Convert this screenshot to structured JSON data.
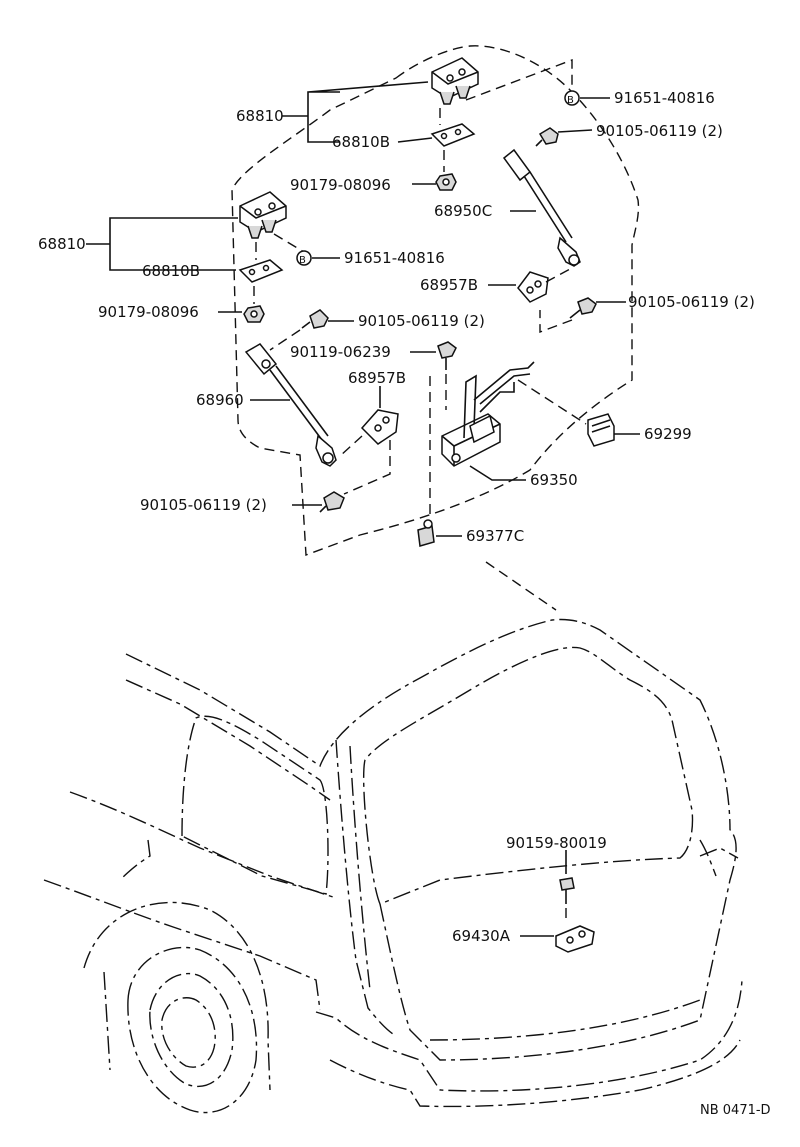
{
  "labels": {
    "p68810_top": "68810",
    "p68810b_top": "68810B",
    "p91651_top": "91651-40816",
    "p90105_top": "90105-06119 (2)",
    "p90179_top": "90179-08096",
    "p68950c": "68950C",
    "p68810_left": "68810",
    "p91651_left": "91651-40816",
    "p68810b_left": "68810B",
    "p68957b_right": "68957B",
    "p90105_right": "90105-06119 (2)",
    "p90179_left": "90179-08096",
    "p90105_mid": "90105-06119 (2)",
    "p90119": "90119-06239",
    "p68957b_left": "68957B",
    "p68960": "68960",
    "p69299": "69299",
    "p69350": "69350",
    "p90105_bottom": "90105-06119 (2)",
    "p69377c": "69377C",
    "p90159": "90159-80019",
    "p69430a": "69430A",
    "ref_code": "NB  0471-D"
  },
  "markers": {
    "b_marker": "B"
  }
}
